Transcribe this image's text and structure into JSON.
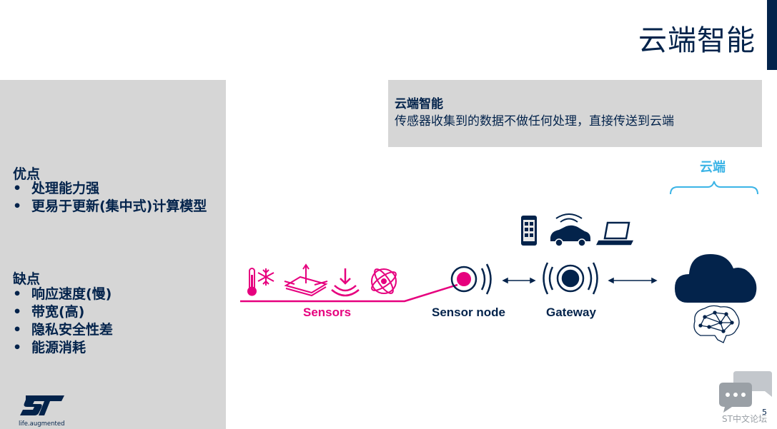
{
  "slide": {
    "title": "云端智能",
    "page_number": "5"
  },
  "left_panel": {
    "pros_heading": "优点",
    "pros": [
      "处理能力强",
      "更易于更新(集中式)计算模型"
    ],
    "cons_heading": "缺点",
    "cons": [
      "响应速度(慢)",
      "带宽(高)",
      "隐私安全性差",
      "能源消耗"
    ],
    "bullet_glyph": "•"
  },
  "definition": {
    "title": "云端智能",
    "text": "传感器收集到的数据不做任何处理，直接传送到云端"
  },
  "diagram": {
    "cloud_label": "云端",
    "sensors_label": "Sensors",
    "sensor_node_label": "Sensor node",
    "gateway_label": "Gateway",
    "icons": [
      "thermometer-icon",
      "snowflake-icon",
      "accelerometer-icon",
      "pressure-icon",
      "gyroscope-icon",
      "smartphone-icon",
      "connected-car-icon",
      "laptop-icon",
      "cloud-icon",
      "ai-brain-icon"
    ]
  },
  "logo": {
    "tagline": "life.augmented"
  },
  "watermark": {
    "text": "ST中文论坛"
  },
  "colors": {
    "navy": "#03234b",
    "magenta": "#e6007e",
    "light_blue": "#3cb4e6",
    "panel_gray": "#d6d6d6"
  }
}
